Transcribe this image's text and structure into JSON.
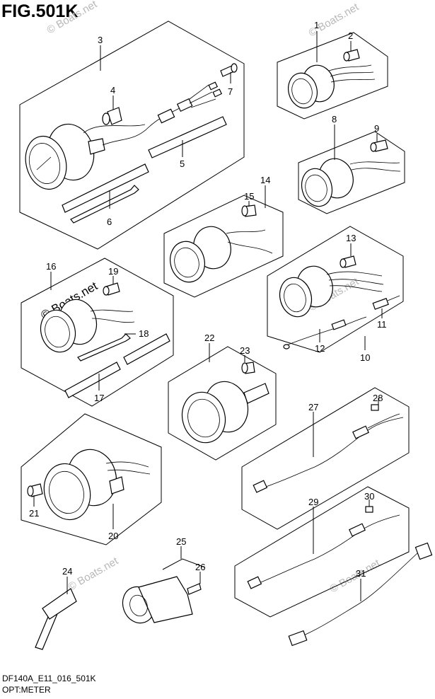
{
  "figure": {
    "title": "FIG.501K"
  },
  "footer": {
    "code": "DF140A_E11_016_501K",
    "caption": "OPT:METER"
  },
  "watermark": {
    "text": "© Boats.net"
  },
  "callouts": [
    "1",
    "2",
    "3",
    "4",
    "5",
    "6",
    "7",
    "8",
    "9",
    "10",
    "11",
    "12",
    "13",
    "14",
    "15",
    "16",
    "17",
    "18",
    "19",
    "20",
    "21",
    "22",
    "23",
    "24",
    "25",
    "26",
    "27",
    "28",
    "29",
    "30",
    "31"
  ],
  "colors": {
    "line": "#000000",
    "watermark": "#b8b8b8",
    "background": "#ffffff"
  }
}
